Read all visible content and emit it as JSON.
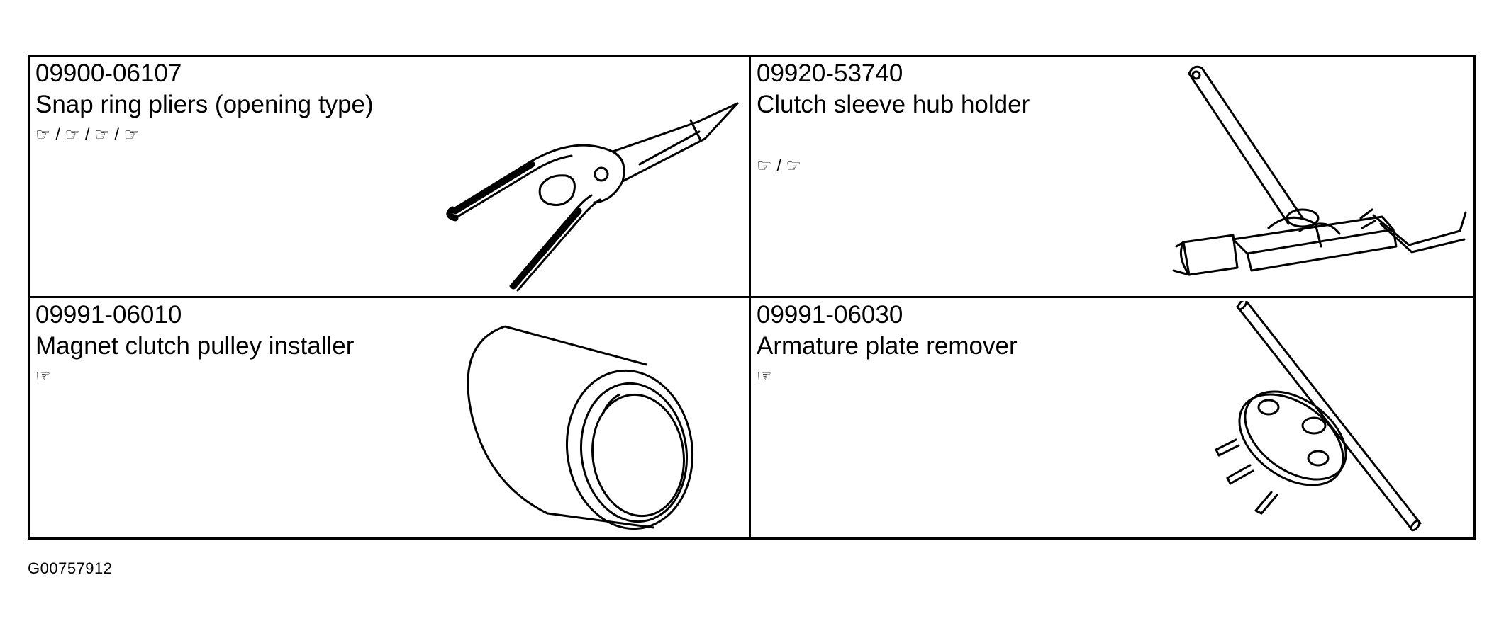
{
  "tools": [
    {
      "part_number": "09900-06107",
      "name": "Snap ring pliers (opening type)",
      "refs": [
        "☞",
        "☞",
        "☞",
        "☞"
      ],
      "illustration": "snap-ring-pliers-icon"
    },
    {
      "part_number": "09920-53740",
      "name": "Clutch sleeve hub holder",
      "refs": [
        "☞",
        "☞"
      ],
      "illustration": "clutch-sleeve-hub-holder-icon"
    },
    {
      "part_number": "09991-06010",
      "name": "Magnet clutch pulley installer",
      "refs": [
        "☞"
      ],
      "illustration": "pulley-installer-icon"
    },
    {
      "part_number": "09991-06030",
      "name": "Armature plate remover",
      "refs": [
        "☞"
      ],
      "illustration": "armature-plate-remover-icon"
    }
  ],
  "separator": "/",
  "figure_id": "G00757912"
}
